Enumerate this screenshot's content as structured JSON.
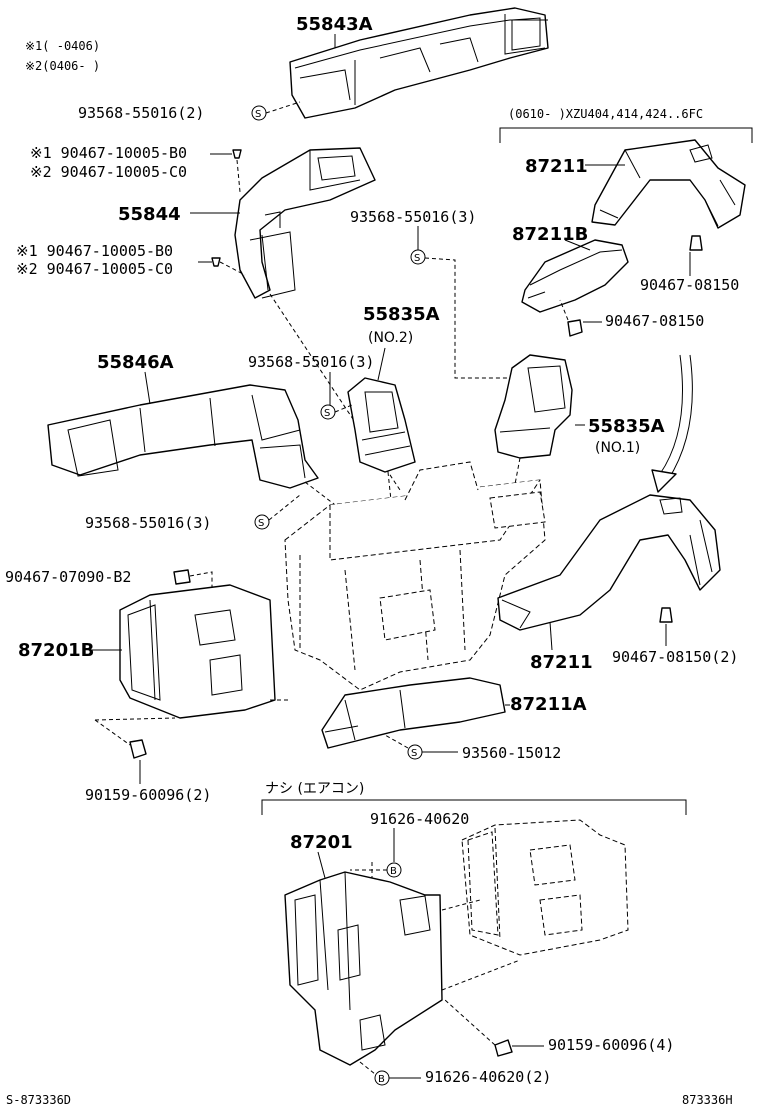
{
  "notes": {
    "note1": "※1(     -0406)",
    "note2": "※2(0406-     )"
  },
  "variant_range": "(0610-      )XZU404,414,424..6FC",
  "variant_nashi": "ナシ (エアコン)",
  "part_numbers": {
    "p55843A": "55843A",
    "p93568_top": "93568-55016(2)",
    "p90467_b0_top": "※1 90467-10005-B0",
    "p90467_c0_top": "※2 90467-10005-C0",
    "p55844": "55844",
    "p90467_b0_mid": "※1 90467-10005-B0",
    "p90467_c0_mid": "※2 90467-10005-C0",
    "p93568_3_a": "93568-55016(3)",
    "p55835A_top": "55835A",
    "p_no2": "(NO.2)",
    "p55846A": "55846A",
    "p93568_3_b": "93568-55016(3)",
    "p55835A_right": "55835A",
    "p_no1": "(NO.1)",
    "p93568_3_c": "93568-55016(3)",
    "p90467_07090": "90467-07090-B2",
    "p87201B": "87201B",
    "p87211_top": "87211",
    "p87211B": "87211B",
    "p90467_08150_a": "90467-08150",
    "p90467_08150_b": "90467-08150",
    "p87211_right": "87211",
    "p90467_08150_2": "90467-08150(2)",
    "p87211A": "87211A",
    "p93560": "93560-15012",
    "p90159_2": "90159-60096(2)",
    "p91626_a": "91626-40620",
    "p87201": "87201",
    "p90159_4": "90159-60096(4)",
    "p91626_2": "91626-40620(2)"
  },
  "symbols": {
    "s": "S",
    "b": "B"
  },
  "footer": {
    "left_code": "S-873336D",
    "right_code": "873336H"
  }
}
